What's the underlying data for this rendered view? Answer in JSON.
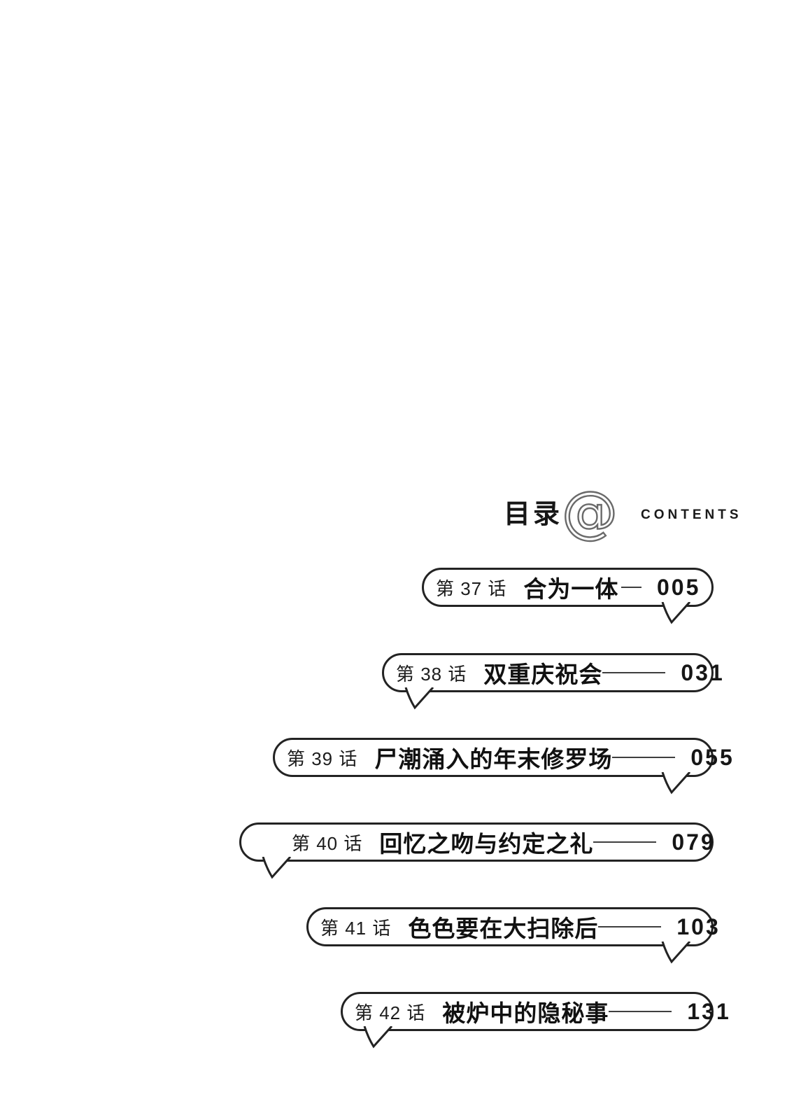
{
  "header": {
    "title_cjk": "目录",
    "at_symbol": "@",
    "title_latin": "CONTENTS"
  },
  "toc": {
    "items": [
      {
        "chapter": "第 37 话",
        "title": "合为一体",
        "page": "005",
        "tail_side": "right"
      },
      {
        "chapter": "第 38 话",
        "title": "双重庆祝会",
        "page": "031",
        "tail_side": "left"
      },
      {
        "chapter": "第 39 话",
        "title": "尸潮涌入的年末修罗场",
        "page": "055",
        "tail_side": "right"
      },
      {
        "chapter": "第 40 话",
        "title": "回忆之吻与约定之礼",
        "page": "079",
        "tail_side": "left"
      },
      {
        "chapter": "第 41 话",
        "title": "色色要在大扫除后",
        "page": "103",
        "tail_side": "right"
      },
      {
        "chapter": "第 42 话",
        "title": "被炉中的隐秘事",
        "page": "131",
        "tail_side": "left"
      }
    ]
  },
  "colors": {
    "ink": "#232323",
    "leader_rule": "#3f3f3f",
    "background": "#ffffff"
  }
}
